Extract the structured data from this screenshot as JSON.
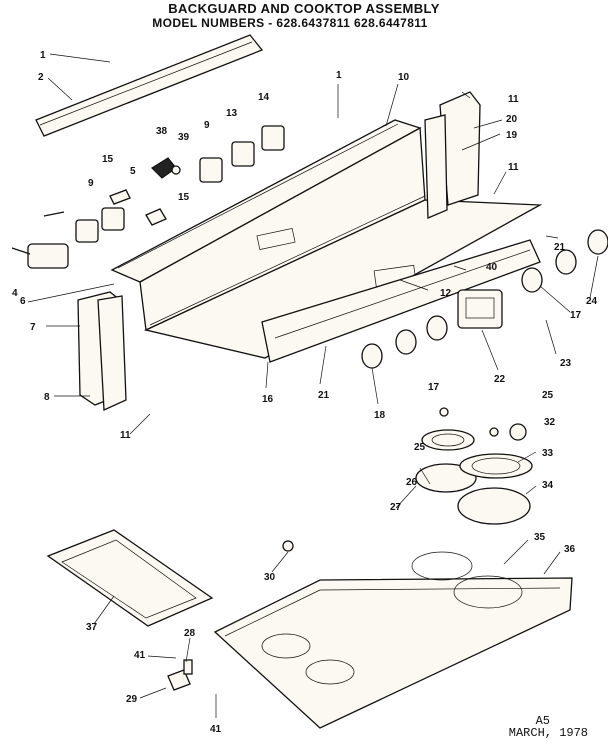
{
  "header": {
    "title": "BACKGUARD AND COOKTOP ASSEMBLY",
    "model_line": "MODEL NUMBERS - 628.6437811   628.6447811"
  },
  "footer": {
    "code": "A5",
    "date": "MARCH, 1978"
  },
  "callouts": [
    "1",
    "2",
    "1",
    "10",
    "11",
    "20",
    "19",
    "14",
    "13",
    "9",
    "38",
    "39",
    "15",
    "5",
    "15",
    "9",
    "11",
    "4",
    "6",
    "21",
    "40",
    "12",
    "24",
    "17",
    "7",
    "22",
    "23",
    "8",
    "11",
    "21",
    "16",
    "18",
    "17",
    "25",
    "32",
    "25",
    "33",
    "26",
    "34",
    "27",
    "35",
    "36",
    "30",
    "37",
    "28",
    "41",
    "29",
    "41"
  ]
}
